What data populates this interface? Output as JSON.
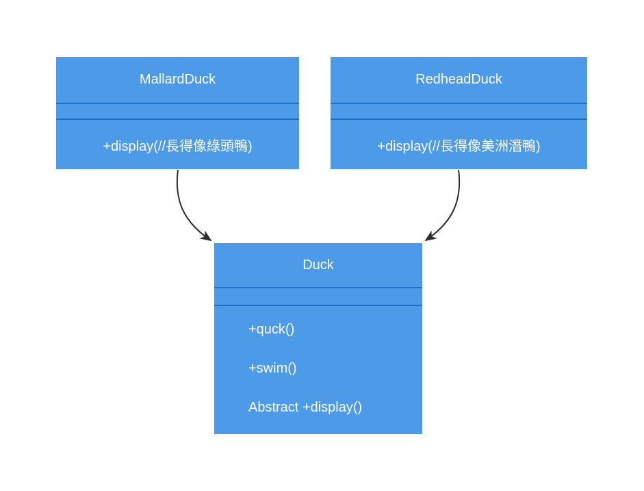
{
  "diagram": {
    "type": "uml-class-diagram",
    "colors": {
      "node_fill": "#4D9AE9",
      "divider": "#1A73C8",
      "text": "#FFFFFF",
      "arrow": "#2E2E2E",
      "background": "#FFFFFF"
    },
    "classes": [
      {
        "title": "MallardDuck",
        "attributes": [],
        "methods": [
          "+display(//長得像綠頭鴨)"
        ]
      },
      {
        "title": "RedheadDuck",
        "attributes": [],
        "methods": [
          "+display(//長得像美洲潛鴨)"
        ]
      },
      {
        "title": "Duck",
        "attributes": [],
        "methods": [
          "+quck()",
          "+swim()",
          "Abstract +display()"
        ]
      }
    ],
    "edges": [
      {
        "from": "MallardDuck",
        "to": "Duck",
        "style": "curved-arrow"
      },
      {
        "from": "RedheadDuck",
        "to": "Duck",
        "style": "curved-arrow"
      }
    ]
  }
}
